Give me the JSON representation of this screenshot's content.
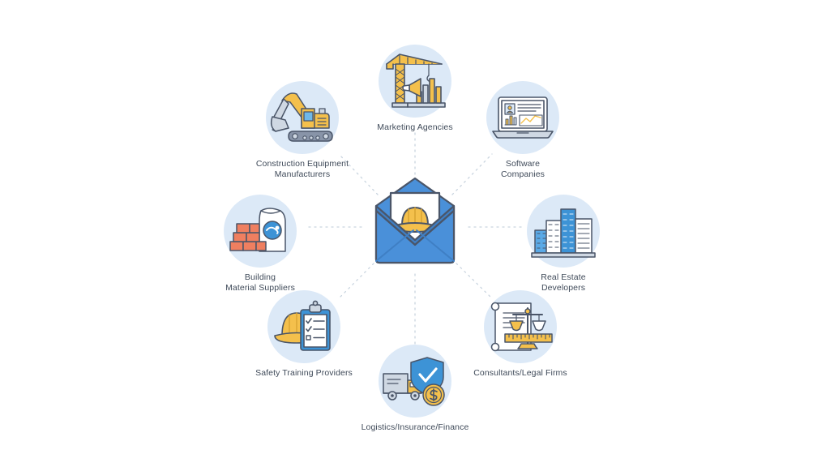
{
  "diagram": {
    "type": "hub-and-spoke",
    "background_color": "#ffffff",
    "bubble_color": "#dce9f7",
    "label_color": "#3f4a59",
    "connector_color": "#c9d4df",
    "connector_style": "dotted",
    "center": {
      "name": "open-envelope-with-hard-hat",
      "icon": "envelope-hardhat-icon",
      "colors": {
        "envelope": "#4a90d9",
        "envelope_dark": "#3f7fc4",
        "paper": "#ffffff",
        "hardhat": "#f4c04c",
        "outline": "#4a5568"
      }
    },
    "nodes": [
      {
        "id": "marketing-agencies",
        "label": "Marketing Agencies",
        "icon": "crane-megaphone-chart-icon",
        "angle_deg": 90,
        "position": "top"
      },
      {
        "id": "software-companies",
        "label": "Software\nCompanies",
        "icon": "laptop-dashboard-icon",
        "angle_deg": 45,
        "position": "top-right"
      },
      {
        "id": "real-estate-developers",
        "label": "Real Estate\nDevelopers",
        "icon": "office-buildings-icon",
        "angle_deg": 0,
        "position": "right"
      },
      {
        "id": "consultants-legal-firms",
        "label": "Consultants/Legal Firms",
        "icon": "scroll-scales-ruler-icon",
        "angle_deg": -45,
        "position": "bottom-right"
      },
      {
        "id": "logistics-insurance-finance",
        "label": "Logistics/Insurance/Finance",
        "icon": "truck-shield-coin-icon",
        "angle_deg": -90,
        "position": "bottom"
      },
      {
        "id": "safety-training-providers",
        "label": "Safety Training Providers",
        "icon": "hardhat-clipboard-checklist-icon",
        "angle_deg": -135,
        "position": "bottom-left"
      },
      {
        "id": "building-material-suppliers",
        "label": "Building\nMaterial Suppliers",
        "icon": "bricks-cement-bag-icon",
        "angle_deg": 180,
        "position": "left"
      },
      {
        "id": "construction-equipment-manufacturers",
        "label": "Construction Equipment\nManufacturers",
        "icon": "excavator-icon",
        "angle_deg": 135,
        "position": "top-left"
      }
    ]
  }
}
